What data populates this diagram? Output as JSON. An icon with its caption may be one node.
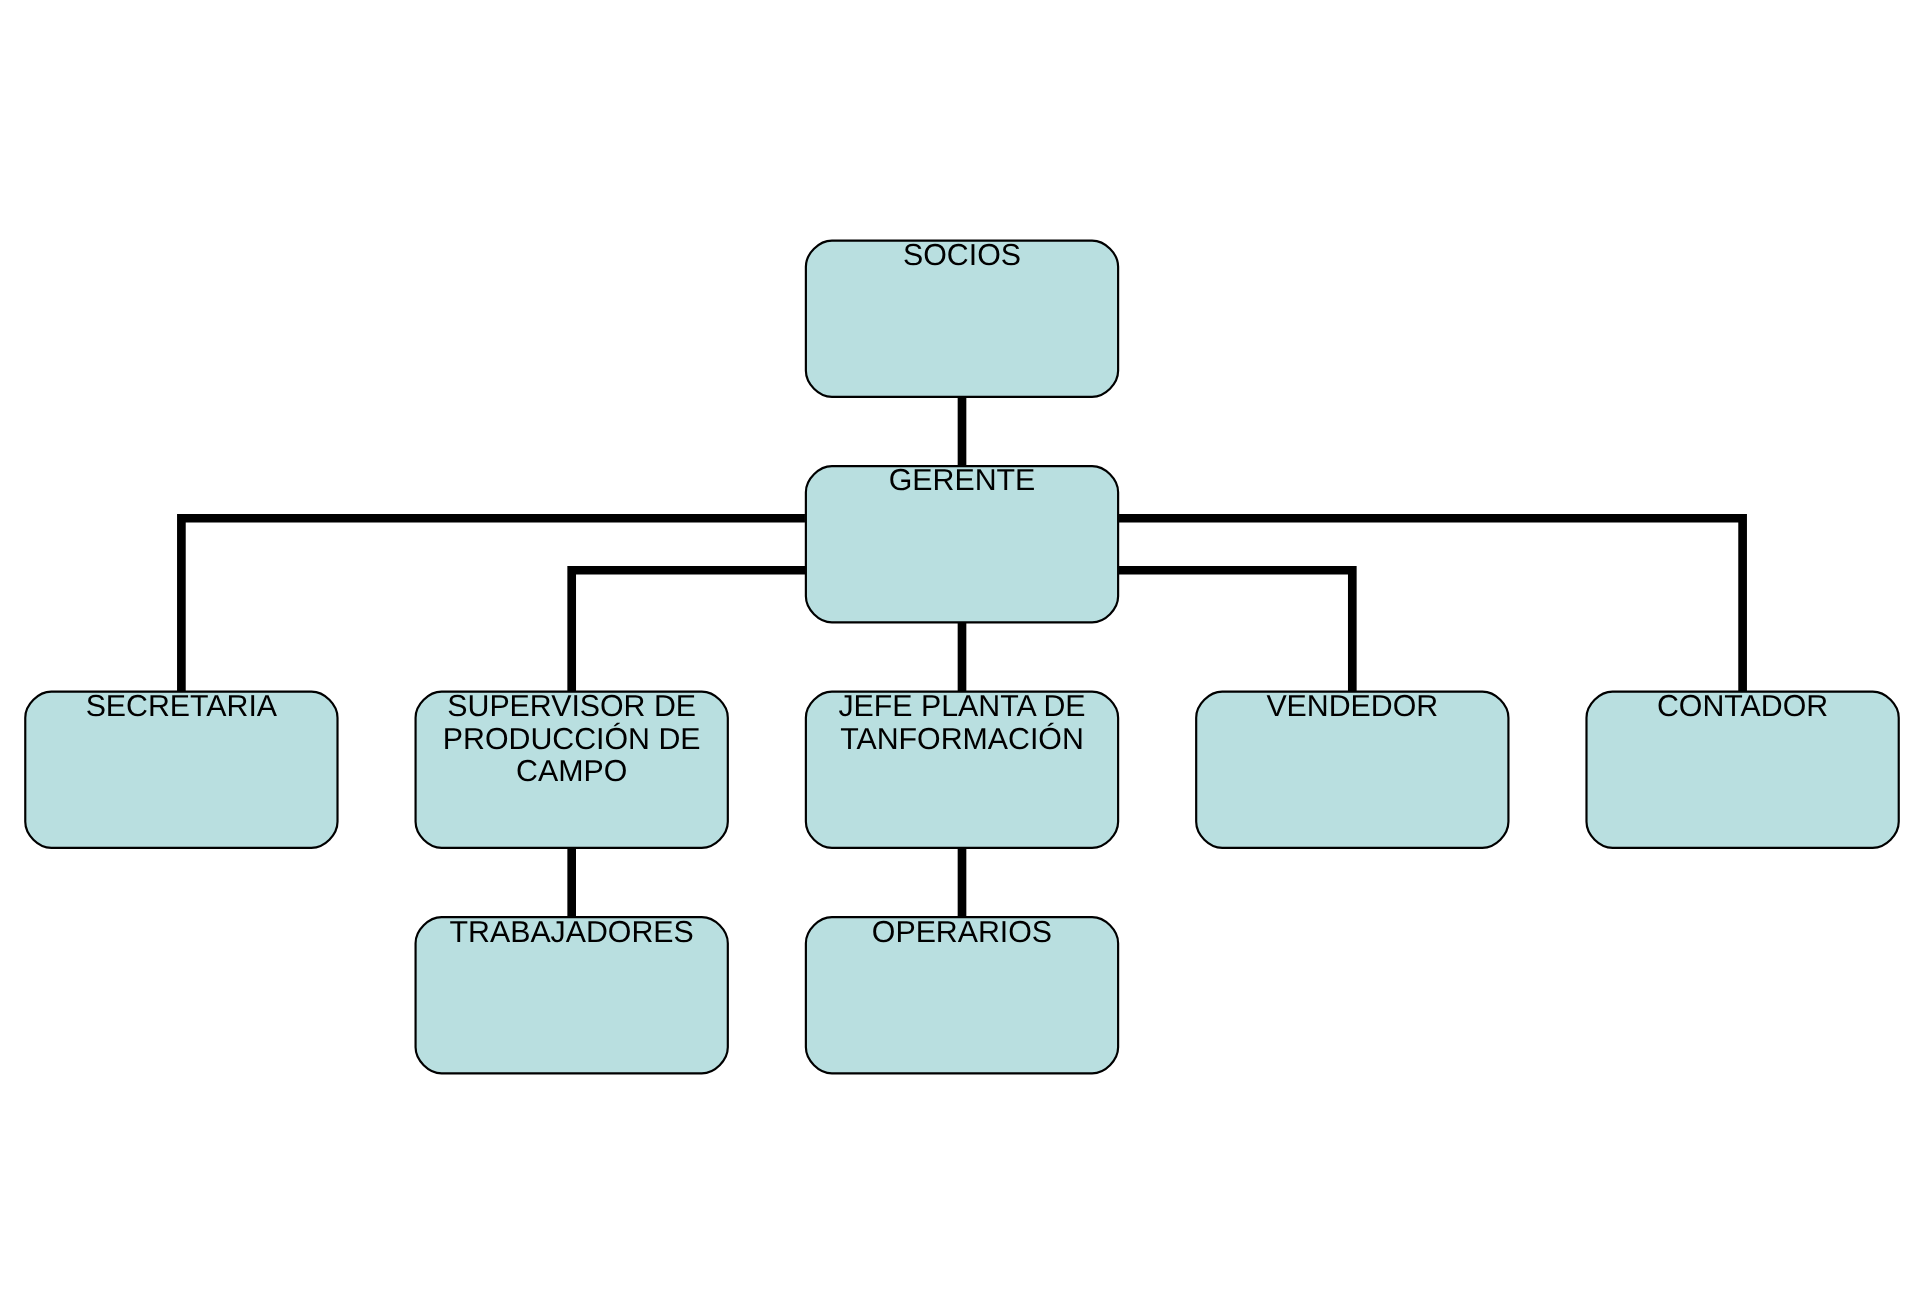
{
  "diagram": {
    "nodes": [
      {
        "text": [
          "SOCIOS"
        ]
      },
      {
        "text": [
          "GERENTE"
        ]
      },
      {
        "text": [
          "SECRETARIA"
        ]
      },
      {
        "text": [
          "SUPERVISOR DE PRODUCCIÓN DE CAMPO"
        ]
      },
      {
        "text": [
          "JEFE PLANTA DE TANFORMACIÓN"
        ]
      },
      {
        "text": [
          "VENDEDOR"
        ]
      },
      {
        "text": [
          "CONTADOR"
        ]
      },
      {
        "text": [
          "TRABAJADORES"
        ]
      },
      {
        "text": [
          "OPERARIOS"
        ]
      }
    ],
    "edges": [
      {
        "from": 0,
        "to": 1,
        "arrow": "none"
      },
      {
        "from": 1,
        "to": 2,
        "arrow": "none"
      },
      {
        "from": 1,
        "to": 3,
        "arrow": "none"
      },
      {
        "from": 1,
        "to": 4,
        "arrow": "none"
      },
      {
        "from": 1,
        "to": 5,
        "arrow": "none"
      },
      {
        "from": 1,
        "to": 6,
        "arrow": "none"
      },
      {
        "from": 3,
        "to": 7,
        "arrow": "none"
      },
      {
        "from": 4,
        "to": 8,
        "arrow": "none"
      }
    ]
  }
}
